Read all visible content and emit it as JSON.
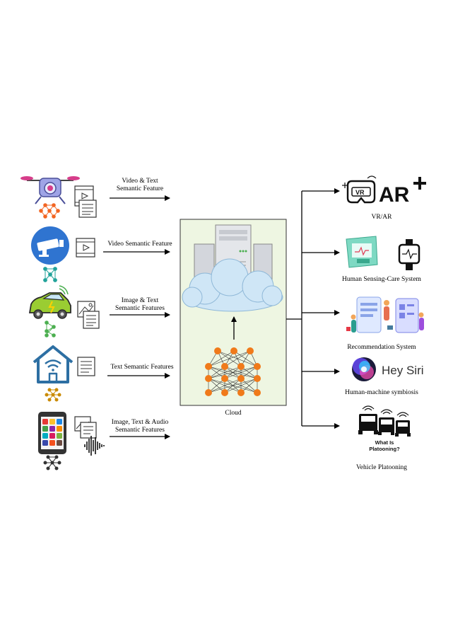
{
  "sources": [
    {
      "id": "drone",
      "label_lines": [
        "Video & Text",
        "Semantic Feature"
      ]
    },
    {
      "id": "camera",
      "label_lines": [
        "Video Semantic Feature"
      ]
    },
    {
      "id": "car",
      "label_lines": [
        "Image & Text",
        "Semantic Features"
      ]
    },
    {
      "id": "home",
      "label_lines": [
        "Text Semantic Features"
      ]
    },
    {
      "id": "phone",
      "label_lines": [
        "Image, Text & Audio",
        "Semantic Features"
      ]
    }
  ],
  "cloud": {
    "label": "Cloud"
  },
  "applications": [
    {
      "id": "vrar",
      "label": "VR/AR",
      "ar_text": "AR"
    },
    {
      "id": "health",
      "label": "Human Sensing-Care System"
    },
    {
      "id": "recommend",
      "label": "Recommendation System"
    },
    {
      "id": "siri",
      "label": "Human-machine symbiosis",
      "icon_text": "Hey Siri"
    },
    {
      "id": "platoon",
      "label": "Vehicle Platooning",
      "icon_text_lines": [
        "What Is",
        "Platooning?"
      ]
    }
  ],
  "colors": {
    "cloud_panel": "#eef6e2",
    "cloud_fill": "#cfe6f6",
    "server": "#d9dbe0",
    "neuron": "#f07a1a",
    "drone": "#9fa4e6",
    "camera_bg": "#2f74d0",
    "car": "#9acd32",
    "home": "#2d6fa3",
    "phone": "#333333",
    "mini_net_orange": "#f26522",
    "mini_net_teal": "#22a39a",
    "mini_net_green": "#4caf50"
  }
}
